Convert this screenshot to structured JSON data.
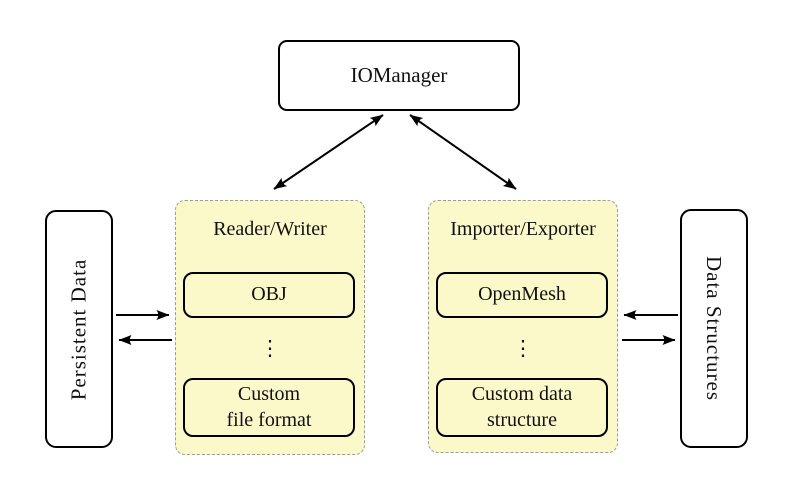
{
  "nodes": {
    "iomanager": {
      "label": "IOManager"
    },
    "persistent_data": {
      "label": "Persistent Data"
    },
    "data_structures": {
      "label": "Data Structures"
    },
    "reader_writer": {
      "title": "Reader/Writer",
      "ellipsis": "⋮",
      "items": [
        {
          "label": "OBJ"
        },
        {
          "line1": "Custom",
          "line2": "file format"
        }
      ]
    },
    "importer_exporter": {
      "title": "Importer/Exporter",
      "ellipsis": "⋮",
      "items": [
        {
          "label": "OpenMesh"
        },
        {
          "line1": "Custom data",
          "line2": "structure"
        }
      ]
    }
  },
  "arrows": [
    {
      "from": "iomanager",
      "to": "reader_writer",
      "style": "double-headed"
    },
    {
      "from": "iomanager",
      "to": "importer_exporter",
      "style": "double-headed"
    },
    {
      "from": "persistent_data",
      "to": "reader_writer",
      "style": "right"
    },
    {
      "from": "reader_writer",
      "to": "persistent_data",
      "style": "left"
    },
    {
      "from": "data_structures",
      "to": "importer_exporter",
      "style": "left"
    },
    {
      "from": "importer_exporter",
      "to": "data_structures",
      "style": "right"
    }
  ],
  "colors": {
    "group_fill": "#FBF8CA",
    "group_border": "#9B9B9B",
    "node_border": "#000000",
    "node_fill": "#FFFFFF",
    "arrow": "#000000"
  }
}
